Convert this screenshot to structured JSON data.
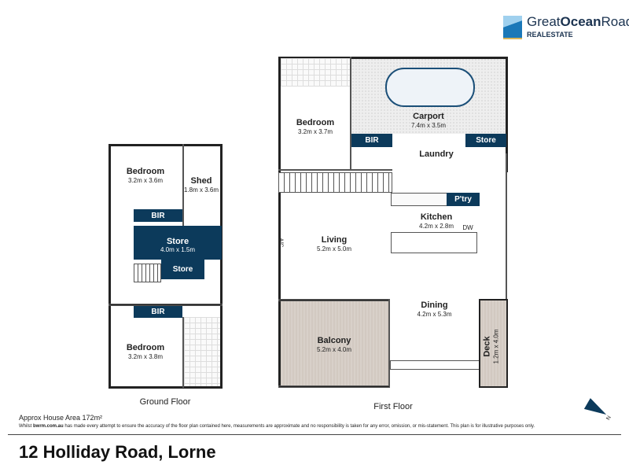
{
  "logo": {
    "brand_part1": "Great",
    "brand_part2": "Ocean",
    "brand_part3": "Road",
    "sub": "REALESTATE"
  },
  "ground_floor": {
    "label": "Ground Floor",
    "rooms": [
      {
        "name": "Bedroom",
        "size": "3.2m x 3.6m"
      },
      {
        "name": "Shed",
        "size": "1.8m x 3.6m"
      },
      {
        "name": "BIR"
      },
      {
        "name": "Store",
        "size": "4.0m x 1.5m"
      },
      {
        "name": "Store"
      },
      {
        "name": "BIR"
      },
      {
        "name": "Bedroom",
        "size": "3.2m x 3.8m"
      }
    ]
  },
  "first_floor": {
    "label": "First Floor",
    "rooms": [
      {
        "name": "Bedroom",
        "size": "3.2m x 3.7m"
      },
      {
        "name": "Carport",
        "size": "7.4m x 3.5m"
      },
      {
        "name": "BIR"
      },
      {
        "name": "Store"
      },
      {
        "name": "Laundry"
      },
      {
        "name": "Kitchen",
        "size": "4.2m x 2.8m"
      },
      {
        "name": "P'try"
      },
      {
        "name": "DW"
      },
      {
        "name": "Living",
        "size": "5.2m x 5.0m"
      },
      {
        "name": "A/C"
      },
      {
        "name": "Dining",
        "size": "4.2m x 5.3m"
      },
      {
        "name": "Balcony",
        "size": "5.2m x 4.0m"
      },
      {
        "name": "Deck",
        "size": "1.2m x 4.0m"
      }
    ]
  },
  "area": "Approx House Area 172m²",
  "disclaimer_pre": "Whilst ",
  "disclaimer_site": "bwrm.com.au",
  "disclaimer_post": " has made every attempt to ensure the accuracy of the floor plan contained here, measurements are approximate and no responsibility is taken for any error, omission, or mis-statement. This plan is for illustrative purposes only.",
  "compass": "N",
  "address": "12 Holliday Road, Lorne",
  "colors": {
    "navy": "#0c3a5b",
    "beige": "#d6cdc5"
  }
}
